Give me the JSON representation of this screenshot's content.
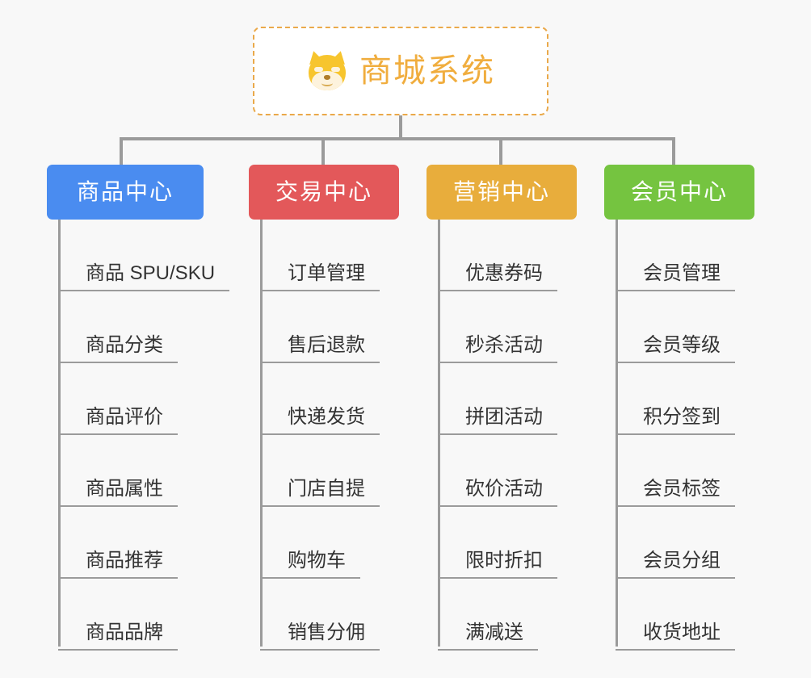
{
  "diagram": {
    "background_color": "#f8f8f8",
    "root": {
      "title": "商城系统",
      "icon": "shiba-dog-face-icon",
      "text_color": "#f0ad3e",
      "border_color": "#eaa94a"
    },
    "connector_color": "#9b9b9b",
    "columns": [
      {
        "label": "商品中心",
        "color": "#4a8cf0",
        "items": [
          "商品 SPU/SKU",
          "商品分类",
          "商品评价",
          "商品属性",
          "商品推荐",
          "商品品牌"
        ]
      },
      {
        "label": "交易中心",
        "color": "#e3585a",
        "items": [
          "订单管理",
          "售后退款",
          "快递发货",
          "门店自提",
          "购物车",
          "销售分佣"
        ]
      },
      {
        "label": "营销中心",
        "color": "#e8ad3c",
        "items": [
          "优惠券码",
          "秒杀活动",
          "拼团活动",
          "砍价活动",
          "限时折扣",
          "满减送"
        ]
      },
      {
        "label": "会员中心",
        "color": "#75c440",
        "items": [
          "会员管理",
          "会员等级",
          "积分签到",
          "会员标签",
          "会员分组",
          "收货地址"
        ]
      }
    ]
  }
}
